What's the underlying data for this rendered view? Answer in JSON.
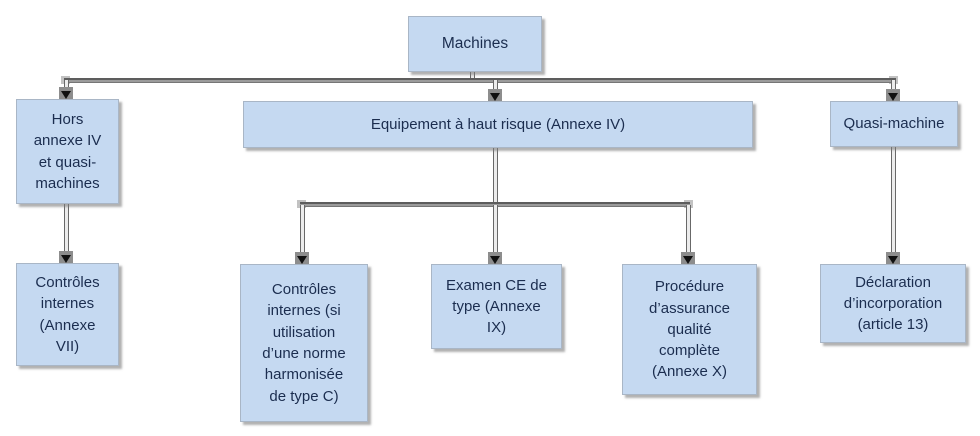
{
  "diagram": {
    "type": "flowchart",
    "colors": {
      "background": "#ffffff",
      "node_fill": "#c5d9f1",
      "node_border": "#a9b6c6",
      "node_text": "#1b2d4f",
      "connector_gray": "#686868",
      "arrowhead_black": "#111111",
      "shadow_gray": "#7d7d7d"
    },
    "nodes": {
      "machines": {
        "label": "Machines"
      },
      "hors_annexe_iv": {
        "label": "Hors\nannexe IV\net quasi-\nmachines"
      },
      "equipement_haut_risque": {
        "label": "Equipement à haut risque (Annexe IV)"
      },
      "quasi_machine": {
        "label": "Quasi-machine"
      },
      "controles_internes_vii": {
        "label": "Contrôles\ninternes\n(Annexe\nVII)"
      },
      "controles_internes_norme": {
        "label": "Contrôles\ninternes (si\nutilisation\nd’une norme\nharmonisée\nde type C)"
      },
      "examen_ce_type": {
        "label": "Examen CE de\ntype (Annexe\nIX)"
      },
      "procedure_assurance_qualite": {
        "label": "Procédure\nd’assurance\nqualité\ncomplète\n(Annexe X)"
      },
      "declaration_incorporation": {
        "label": "Déclaration\nd’incorporation\n(article 13)"
      }
    },
    "edges": [
      {
        "from": "machines",
        "to": "hors_annexe_iv"
      },
      {
        "from": "machines",
        "to": "equipement_haut_risque"
      },
      {
        "from": "machines",
        "to": "quasi_machine"
      },
      {
        "from": "hors_annexe_iv",
        "to": "controles_internes_vii"
      },
      {
        "from": "equipement_haut_risque",
        "to": "controles_internes_norme"
      },
      {
        "from": "equipement_haut_risque",
        "to": "examen_ce_type"
      },
      {
        "from": "equipement_haut_risque",
        "to": "procedure_assurance_qualite"
      },
      {
        "from": "quasi_machine",
        "to": "declaration_incorporation"
      }
    ]
  }
}
